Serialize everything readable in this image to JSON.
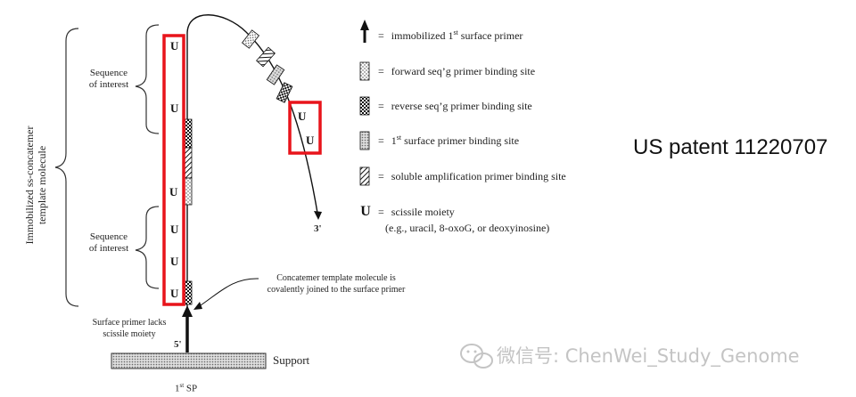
{
  "diagram": {
    "vertical_label": [
      "Immobilized ss-concatemer",
      "template molecule"
    ],
    "seq_interest_top": [
      "Sequence",
      "of interest"
    ],
    "seq_interest_bottom": [
      "Sequence",
      "of interest"
    ],
    "u_glyph": "U",
    "end_3prime": "3'",
    "end_5prime": "5'",
    "callout": [
      "Concatemer template molecule is",
      "covalently joined to the surface primer"
    ],
    "surface_primer_note": [
      "Surface primer lacks",
      "scissile moiety"
    ],
    "support_label": "Support",
    "sp_label_prefix": "1",
    "sp_label_sup": "st",
    "sp_label_suffix": " SP",
    "highlight_color": "#e8141b"
  },
  "legend": {
    "equals": "=",
    "items": [
      {
        "icon": "arrow-up-icon",
        "pre": "immobilized 1",
        "sup": "st",
        "post": " surface primer"
      },
      {
        "icon": "dotted-box-icon",
        "pre": "forward seq’g primer binding site",
        "sup": "",
        "post": ""
      },
      {
        "icon": "checkered-box-icon",
        "pre": "reverse seq’g primer binding site",
        "sup": "",
        "post": ""
      },
      {
        "icon": "speckled-box-icon",
        "pre": "1",
        "sup": "st",
        "post": " surface primer binding site"
      },
      {
        "icon": "hatched-box-icon",
        "pre": "soluble amplification primer binding site",
        "sup": "",
        "post": ""
      },
      {
        "icon": "u-glyph-icon",
        "pre": "scissile moiety",
        "sup": "",
        "post": ""
      }
    ],
    "scissile_examples": "(e.g., uracil, 8-oxoG, or deoxyinosine)"
  },
  "annotation": {
    "patent": "US patent 11220707"
  },
  "watermark": {
    "text": "微信号: ChenWei_Study_Genome"
  }
}
